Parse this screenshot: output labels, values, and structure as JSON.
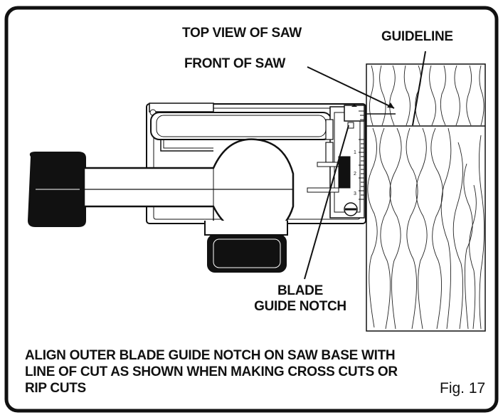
{
  "labels": {
    "top_view": "TOP VIEW OF SAW",
    "front_of_saw": "FRONT OF SAW",
    "guideline": "GUIDELINE",
    "blade_guide_notch_line1": "BLADE",
    "blade_guide_notch_line2": "GUIDE NOTCH"
  },
  "caption": {
    "line1": "ALIGN OUTER BLADE GUIDE NOTCH ON SAW BASE WITH",
    "line2": "LINE OF CUT AS SHOWN WHEN MAKING CROSS CUTS OR",
    "line3": "RIP CUTS"
  },
  "figure_number": "Fig. 17",
  "base_scale_ticks": [
    "1",
    "2",
    "3"
  ]
}
